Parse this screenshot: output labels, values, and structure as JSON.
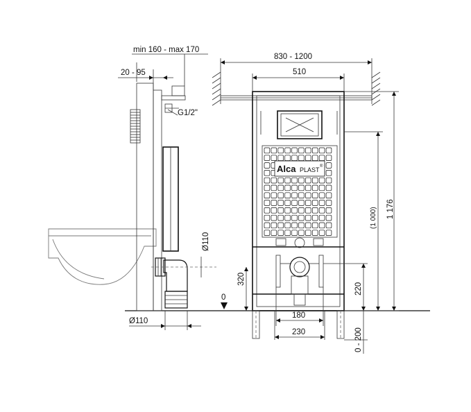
{
  "brand": {
    "logo_text_bold": "Alca",
    "logo_text_light": "PLAST",
    "logo_mark": "®"
  },
  "dimensions": {
    "side_depth_range": "min 160 - max 170",
    "side_offset_range": "20 - 95",
    "thread": "G1/2\"",
    "pipe_diameter_upper": "Ø110",
    "pipe_diameter_lower": "Ø110",
    "outlet_height": "320",
    "floor_zero": "0",
    "width_range": "830 - 1200",
    "frame_width": "510",
    "total_height": "1 176",
    "ref_height": "(1 000)",
    "bolt_height": "220",
    "inner_feet_spacing": "180",
    "outer_feet_spacing": "230",
    "leg_extension": "0 - 200"
  }
}
